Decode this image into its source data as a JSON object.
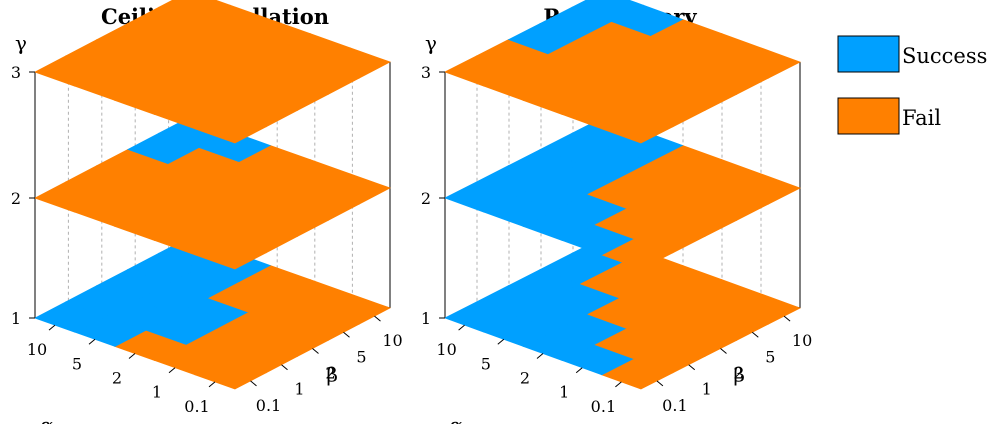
{
  "chart_data": {
    "type": "3d-stacked-heatmap",
    "colors": {
      "success": "#00a0ff",
      "fail": "#ff8000"
    },
    "legend": {
      "placement": "right",
      "items": [
        {
          "name": "Success",
          "key": "success"
        },
        {
          "name": "Fail",
          "key": "fail"
        }
      ]
    },
    "alpha_ticks": [
      "0.1",
      "1",
      "2",
      "5",
      "10"
    ],
    "beta_ticks": [
      "0.1",
      "1",
      "2",
      "5",
      "10"
    ],
    "gamma_ticks": [
      "1",
      "2",
      "3"
    ],
    "axis_labels": {
      "alpha": "α",
      "beta": "β",
      "gamma": "γ"
    },
    "panels": [
      {
        "title": "Ceiling Installation",
        "layers": [
          {
            "gamma": "1",
            "grid": [
              [
                0,
                0,
                0,
                0,
                0
              ],
              [
                0,
                0,
                0,
                0,
                0
              ],
              [
                0,
                1,
                1,
                0,
                0
              ],
              [
                1,
                1,
                1,
                1,
                1
              ],
              [
                1,
                1,
                1,
                1,
                1
              ]
            ]
          },
          {
            "gamma": "2",
            "grid": [
              [
                0,
                0,
                0,
                0,
                0
              ],
              [
                0,
                0,
                0,
                0,
                0
              ],
              [
                0,
                0,
                0,
                0,
                0
              ],
              [
                0,
                0,
                0,
                0,
                1
              ],
              [
                0,
                0,
                0,
                1,
                1
              ]
            ]
          },
          {
            "gamma": "3",
            "grid": [
              [
                0,
                0,
                0,
                0,
                0
              ],
              [
                0,
                0,
                0,
                0,
                0
              ],
              [
                0,
                0,
                0,
                0,
                0
              ],
              [
                0,
                0,
                0,
                0,
                0
              ],
              [
                0,
                0,
                0,
                0,
                0
              ]
            ]
          }
        ]
      },
      {
        "title": "Part Delivery",
        "layers": [
          {
            "gamma": "1",
            "grid": [
              [
                0,
                0,
                0,
                0,
                0
              ],
              [
                1,
                0,
                0,
                0,
                0
              ],
              [
                1,
                1,
                0,
                0,
                0
              ],
              [
                1,
                1,
                1,
                0,
                0
              ],
              [
                1,
                1,
                1,
                1,
                1
              ]
            ]
          },
          {
            "gamma": "2",
            "grid": [
              [
                0,
                0,
                0,
                0,
                0
              ],
              [
                1,
                0,
                0,
                0,
                0
              ],
              [
                1,
                1,
                0,
                0,
                0
              ],
              [
                1,
                1,
                1,
                1,
                1
              ],
              [
                1,
                1,
                1,
                1,
                1
              ]
            ]
          },
          {
            "gamma": "3",
            "grid": [
              [
                0,
                0,
                0,
                0,
                0
              ],
              [
                0,
                0,
                0,
                0,
                0
              ],
              [
                0,
                0,
                0,
                0,
                0
              ],
              [
                0,
                0,
                0,
                0,
                1
              ],
              [
                0,
                0,
                1,
                1,
                1
              ]
            ]
          }
        ]
      }
    ]
  }
}
